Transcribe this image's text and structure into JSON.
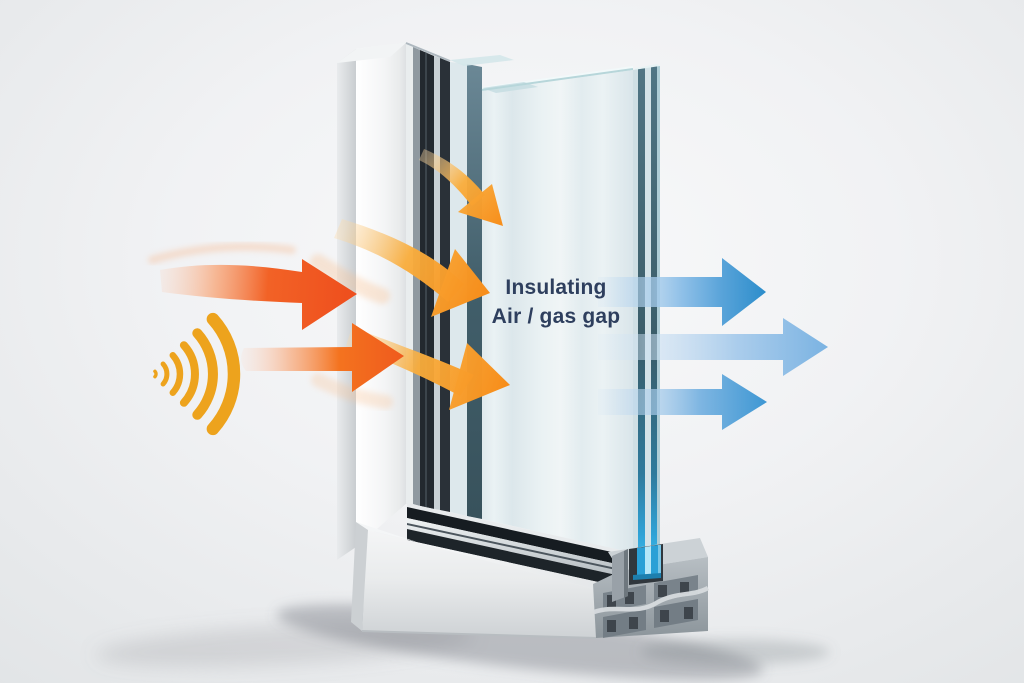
{
  "illustration": {
    "label": {
      "line1": "Insulating",
      "line2": "Air / gas gap"
    }
  },
  "colors": {
    "background": "#EEF0F2",
    "heat_arrow_primary": "#F15A24",
    "heat_arrow_secondary": "#F4731F",
    "deflected_arrow": "#F7941E",
    "sound_wave": "#EDA31D",
    "cool_arrow_strong": "#2C8DCB",
    "cool_arrow_medium": "#3E97D3",
    "cool_arrow_light": "#7BB3E2",
    "frame_white": "#F5F6F7",
    "glass_tint": "#E6EFF1",
    "glass_edge_dark": "#3A5D69",
    "glass_edge_bright": "#2AA7E0",
    "profile_gray": "#A9B1B7",
    "label_text": "#2E3F5E"
  },
  "figures": {
    "incoming_heat_arrows": 2,
    "sound_wave_arcs": 6,
    "deflected_arrows": 3,
    "outgoing_arrows": 3
  }
}
